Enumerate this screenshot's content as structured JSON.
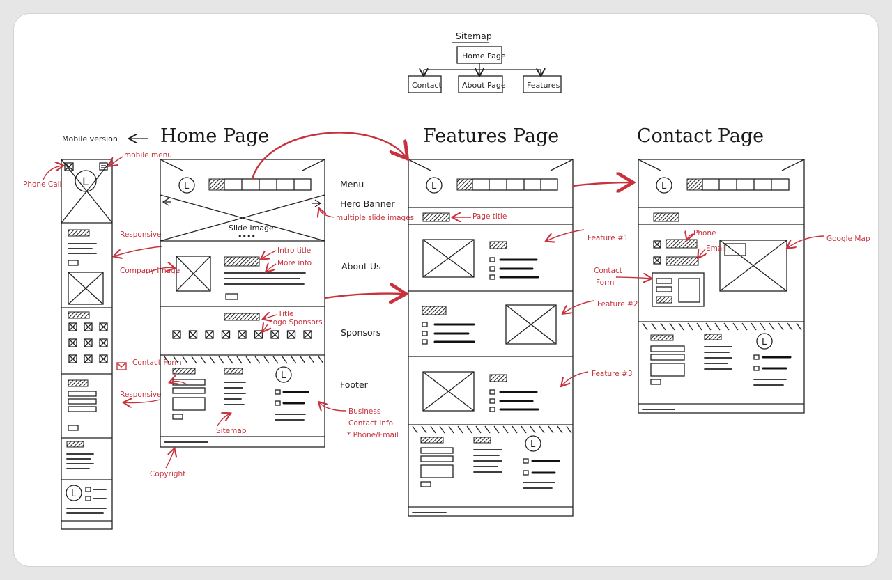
{
  "colors": {
    "ink": "#222222",
    "accent": "#c8323c",
    "paper": "#ffffff",
    "frame": "#e6e6e6"
  },
  "sitemap": {
    "title": "Sitemap",
    "root": "Home Page",
    "children": [
      "Contact",
      "About Page",
      "Features"
    ]
  },
  "mobile": {
    "title": "Mobile version"
  },
  "pages": {
    "home": "Home Page",
    "features": "Features Page",
    "contact": "Contact Page"
  },
  "sections": {
    "menu": "Menu",
    "hero": "Hero Banner",
    "about": "About Us",
    "sponsors": "Sponsors",
    "footer": "Footer"
  },
  "home_inner": {
    "slide": "Slide Image",
    "dots": "••••"
  },
  "logo_letter": "L",
  "notes": {
    "mobile_menu": "mobile menu",
    "phone_call": "Phone Call",
    "responsive": "Responsive",
    "company_image": "Company Image",
    "contact_form": "Contact Form",
    "multiple_slide": "multiple slide images",
    "intro_title": "Intro title",
    "more_info": "More info",
    "title": "Title",
    "logo_sponsors": "Logo Sponsors",
    "sitemap": "Sitemap",
    "copyright": "Copyright",
    "business": "Business",
    "contact_info": "Contact Info",
    "phone_email_star": "* Phone/Email",
    "page_title": "Page title",
    "feature1": "Feature #1",
    "feature2": "Feature #2",
    "feature3": "Feature #3",
    "phone": "Phone",
    "email": "Email",
    "contact": "Contact",
    "form": "Form",
    "google_map": "Google Map"
  }
}
